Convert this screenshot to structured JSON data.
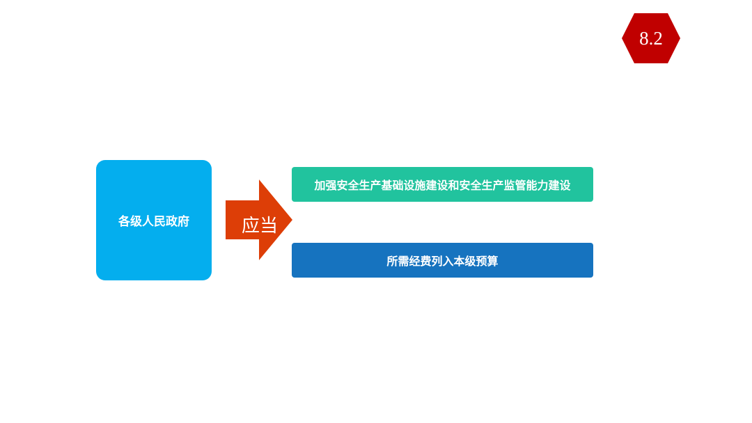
{
  "section_number": "8.2",
  "left_box_text": "各级人民政府",
  "arrow_text": "应当",
  "bars": [
    {
      "text": "加强安全生产基础设施建设和安全生产监管能力建设"
    },
    {
      "text": "所需经费列入本级预算"
    }
  ],
  "colors": {
    "badge": "#c00000",
    "left_box": "#04aeee",
    "arrow": "#dd3e07",
    "bar_top": "#21c39e",
    "bar_bottom": "#1673bf"
  }
}
